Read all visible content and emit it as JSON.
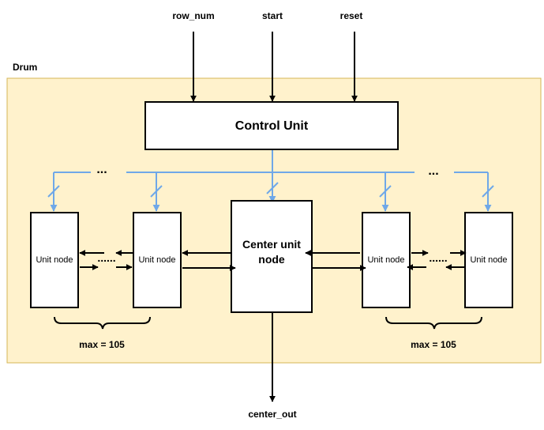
{
  "inputs": {
    "row_num": "row_num",
    "start": "start",
    "reset": "reset"
  },
  "output": "center_out",
  "container": {
    "label": "Drum",
    "fill": "#FFF2CC",
    "stroke": "#D6B656"
  },
  "control_unit": {
    "label": "Control Unit"
  },
  "center_node": {
    "line1": "Center unit",
    "line2": "node"
  },
  "nodes": {
    "left_outer": "Unit node",
    "left_inner": "Unit node",
    "right_inner": "Unit node",
    "right_outer": "Unit node"
  },
  "ellipsis": {
    "bus_left": "...",
    "bus_right": "...",
    "chain_left": "......",
    "chain_right": "......"
  },
  "braces": {
    "left_label": "max = 105",
    "right_label": "max = 105"
  },
  "colors": {
    "bus": "#6FA8E8",
    "line": "#000000"
  }
}
